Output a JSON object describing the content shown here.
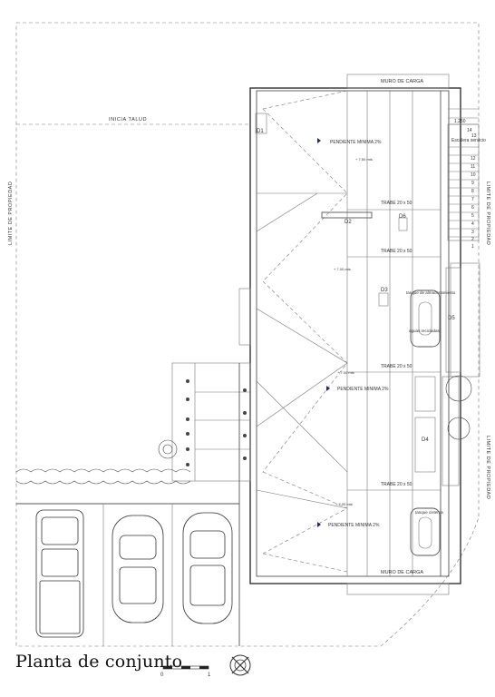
{
  "title": "Planta de conjunto",
  "scale": {
    "start": "0",
    "end": "1"
  },
  "labels": {
    "inicia_talud": "INICIA TALUD",
    "limite_left": "LIMITE DE PROPIEDAD",
    "limite_right_top": "LIMITE DE PROPIEDAD",
    "limite_right_bottom": "LIMITE DE PROPIEDAD",
    "muro_top": "MURO DE CARGA",
    "muro_bottom": "MURO DE CARGA",
    "pendiente_1": "PENDIENTE MINIMA 2%",
    "pendiente_2": "PENDIENTE MINIMA 2%",
    "pendiente_3": "PENDIENTE MINIMA 2%",
    "trabe_1": "TRABE 20 x 50",
    "trabe_2": "TRABE 20 x 50",
    "trabe_3": "TRABE 20 x 50",
    "trabe_4": "TRABE 20 x 50",
    "level_1": "+ 7.50 mts",
    "level_2": "+ 7.00 mts",
    "level_3": "+ 7.00 mts",
    "level_4": "+ 7.00 mts",
    "d1": "D1",
    "d2": "D2",
    "d3": "D3",
    "d4": "D4",
    "d5": "D5",
    "d6": "D6",
    "tanque_almacenamiento": "tanque de almacenamiento",
    "aguas_recicladas": "aguas recicladas",
    "tanque_cisterna": "tanque cisterna",
    "escalera": "Escalera servicio",
    "dim_250": "1.250"
  },
  "stairs": [
    "14",
    "13",
    "12",
    "11",
    "10",
    "9",
    "8",
    "7",
    "6",
    "5",
    "4",
    "3",
    "2",
    "1"
  ]
}
